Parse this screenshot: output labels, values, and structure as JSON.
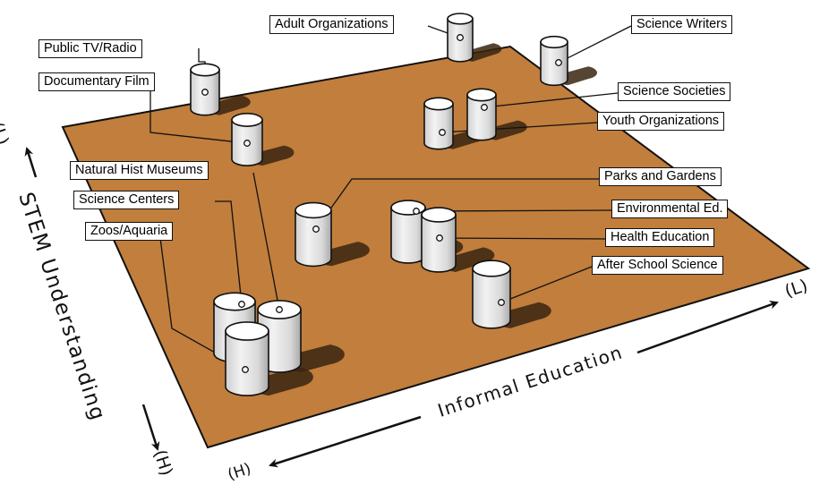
{
  "axes": {
    "stem": {
      "label": "STEM Understanding",
      "low": "(L)",
      "high": "(H)"
    },
    "informal": {
      "label": "Informal Education",
      "low": "(L)",
      "high": "(H)"
    }
  },
  "colors": {
    "plane": "#C17E3C",
    "plane_edge": "#111111",
    "cylinder": "#E6E6E6",
    "shadow": "#3A2410"
  },
  "labels": [
    {
      "id": "public-tv-radio",
      "text": "Public TV/Radio"
    },
    {
      "id": "documentary-film",
      "text": "Documentary Film"
    },
    {
      "id": "natural-hist-museums",
      "text": "Natural Hist Museums"
    },
    {
      "id": "science-centers",
      "text": "Science Centers"
    },
    {
      "id": "zoos-aquaria",
      "text": "Zoos/Aquaria"
    },
    {
      "id": "adult-organizations",
      "text": "Adult Organizations"
    },
    {
      "id": "science-writers",
      "text": "Science Writers"
    },
    {
      "id": "science-societies",
      "text": "Science Societies"
    },
    {
      "id": "youth-organizations",
      "text": "Youth Organizations"
    },
    {
      "id": "parks-and-gardens",
      "text": "Parks and Gardens"
    },
    {
      "id": "environmental-ed",
      "text": "Environmental Ed."
    },
    {
      "id": "health-education",
      "text": "Health Education"
    },
    {
      "id": "after-school-science",
      "text": "After School Science"
    }
  ]
}
